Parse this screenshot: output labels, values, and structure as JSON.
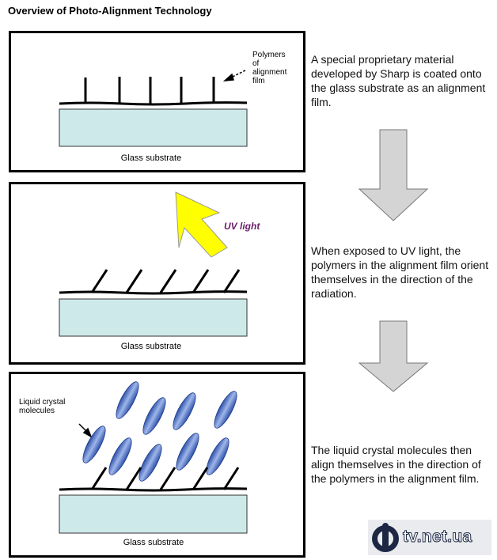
{
  "title": "Overview of Photo-Alignment Technology",
  "panels": [
    {
      "glass_label": "Glass substrate",
      "polymers_label": [
        "Polymers",
        "of",
        "alignment",
        "film"
      ]
    },
    {
      "glass_label": "Glass substrate",
      "uv_label": "UV light"
    },
    {
      "glass_label": "Glass substrate",
      "lc_label": [
        "Liquid crystal",
        "molecules"
      ]
    }
  ],
  "descriptions": [
    "A special proprietary material developed by Sharp is coated onto the glass substrate as an alignment film.",
    "When exposed to UV light, the polymers in the alignment film orient themselves in the direction of the radiation.",
    "The liquid crystal molecules then align themselves in the direction of the polymers in the alignment film."
  ],
  "watermark": "tv.net.ua",
  "colors": {
    "glass_fill": "#cde9ea",
    "uv_arrow": "#ffff00",
    "uv_label": "#6b1d6b",
    "molecule": "#3e63c0",
    "flow_arrow": "#d4d4d4"
  },
  "icons": [
    "uv-arrow-icon",
    "down-arrow-icon",
    "pointer-arrow-icon",
    "watermark-logo-icon"
  ]
}
